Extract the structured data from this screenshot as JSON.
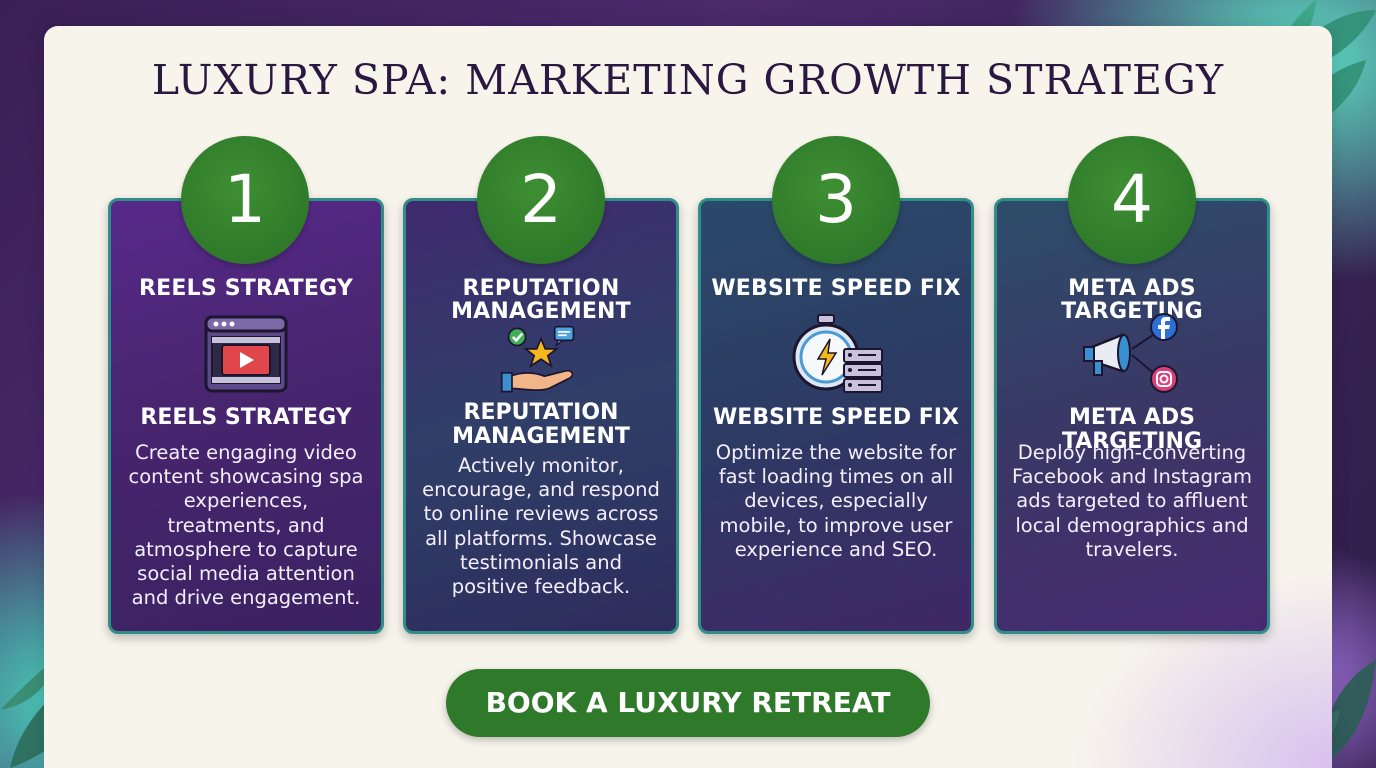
{
  "title": "LUXURY SPA: MARKETING GROWTH STRATEGY",
  "cards": [
    {
      "number": "1",
      "heading": "REELS STRATEGY",
      "icon": "video-player-icon",
      "subheading": "REELS STRATEGY",
      "description": "Create engaging video content showcasing spa experiences, treatments, and atmosphere to capture social media attention and drive engagement."
    },
    {
      "number": "2",
      "heading": "REPUTATION MANAGEMENT",
      "icon": "hand-star-review-icon",
      "subheading": "REPUTATION MANAGEMENT",
      "description": "Actively monitor, encourage, and respond to online reviews across all platforms. Showcase testimonials and positive feedback."
    },
    {
      "number": "3",
      "heading": "WEBSITE SPEED FIX",
      "icon": "stopwatch-server-icon",
      "subheading": "WEBSITE SPEED FIX",
      "description": "Optimize the website for fast loading times on all devices, especially mobile, to improve user experience and SEO."
    },
    {
      "number": "4",
      "heading": "META ADS TARGETING",
      "icon": "megaphone-social-icon",
      "subheading": "META ADS TARGETING",
      "description": "Deploy high-converting Facebook and Instagram ads targeted to affluent local demographics and travelers."
    }
  ],
  "cta": {
    "label": "BOOK A LUXURY RETREAT"
  },
  "colors": {
    "accent_green": "#2f7a2a",
    "card_border": "#2f8f88",
    "card_purple": "#4b2473",
    "panel_bg": "#f7f4ec",
    "title_color": "#2a1840"
  }
}
